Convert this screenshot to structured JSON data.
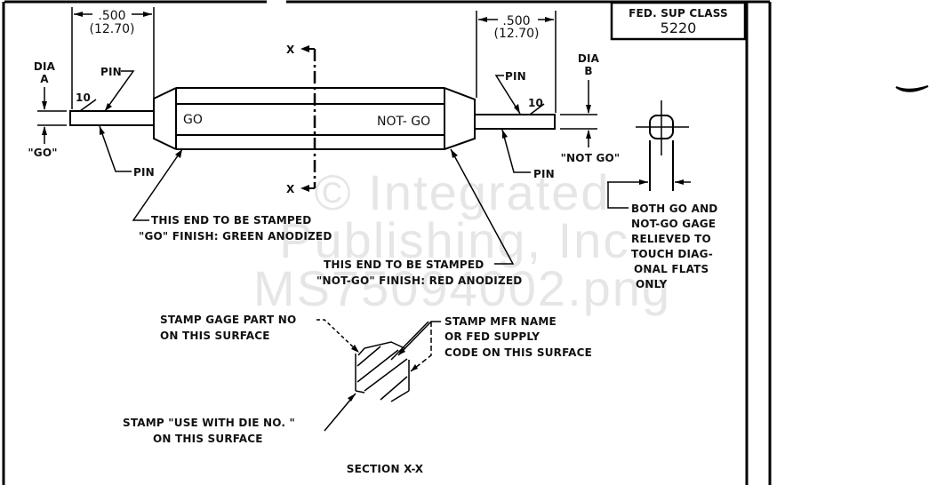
{
  "watermark": {
    "line1": "© Integrated",
    "line2": "Publishing, Inc.",
    "line3": "MS75094002.png"
  },
  "class_box": {
    "label": "FED. SUP CLASS",
    "value": "5220"
  },
  "dims": {
    "left_len": ".500",
    "left_len_mm": "(12.70)",
    "right_len": ".500",
    "right_len_mm": "(12.70)",
    "left_chamfer": "10",
    "right_chamfer": "10"
  },
  "labels": {
    "dia_a_1": "DIA",
    "dia_a_2": "A",
    "go_quoted": "\"GO\"",
    "dia_b_1": "DIA",
    "dia_b_2": "B",
    "not_go_quoted": "\"NOT GO\"",
    "pin_top_left": "PIN",
    "pin_bottom_left": "PIN",
    "pin_top_right": "PIN",
    "pin_bottom_right": "PIN",
    "body_go": "GO",
    "body_not_go": "NOT- GO",
    "section_mark_top": "X",
    "section_mark_bottom": "X"
  },
  "notes": {
    "go_end_1": "THIS END TO BE STAMPED",
    "go_end_2": "\"GO\" FINISH: GREEN ANODIZED",
    "not_go_end_1": "THIS END TO BE STAMPED",
    "not_go_end_2": "\"NOT-GO\" FINISH: RED ANODIZED",
    "relief_1": "BOTH GO AND",
    "relief_2": "NOT-GO GAGE",
    "relief_3": "RELIEVED TO",
    "relief_4": "TOUCH DIAG-",
    "relief_5": "ONAL FLATS",
    "relief_6": "ONLY",
    "stamp_part_1": "STAMP GAGE PART NO",
    "stamp_part_2": "ON THIS SURFACE",
    "stamp_mfr_1": "STAMP MFR NAME",
    "stamp_mfr_2": "OR FED SUPPLY",
    "stamp_mfr_3": "CODE ON THIS SURFACE",
    "stamp_die_1": "STAMP \"USE WITH DIE NO.  \"",
    "stamp_die_2": "ON THIS SURFACE",
    "section_title": "SECTION X-X"
  }
}
